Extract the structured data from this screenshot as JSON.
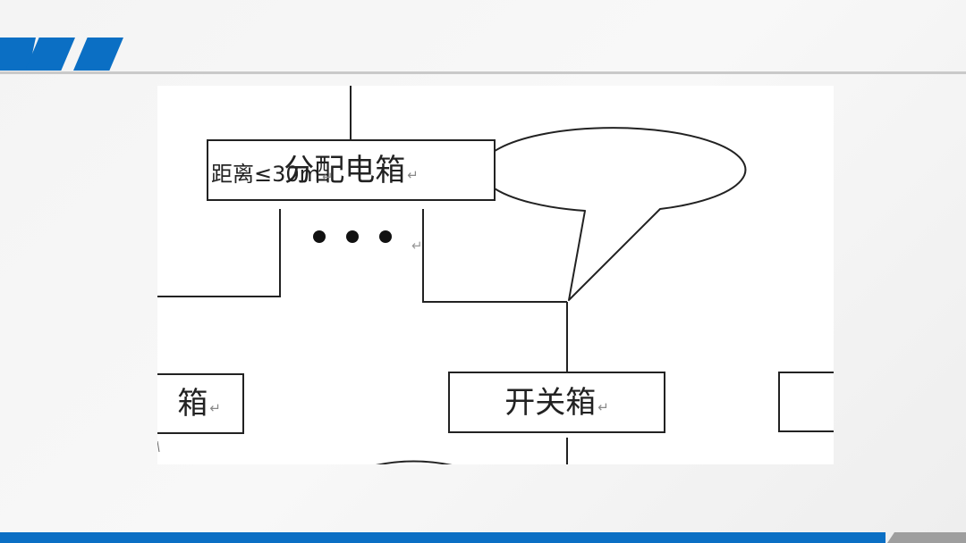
{
  "colors": {
    "accent": "#0b6fc4",
    "divider": "#c9c9c9",
    "bottom_gray": "#9e9e9e",
    "line": "#222222"
  },
  "return_mark": "↵",
  "diagram": {
    "distribution_box": "分配电箱",
    "ellipsis_icon": "ellipsis-icon",
    "callout": "距离≤30m",
    "left_partial_box": "箱",
    "switch_box": "开关箱",
    "right_partial_box": ""
  }
}
